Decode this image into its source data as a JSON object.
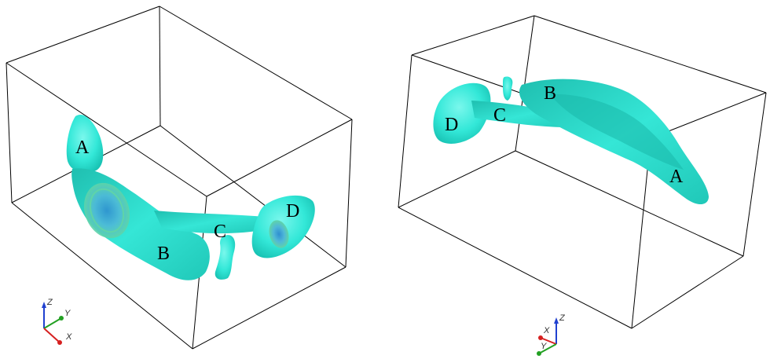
{
  "colors": {
    "isosurface": "#33e8d8",
    "isosurface_dark": "#16bfb0",
    "isosurface_light": "#6ff6ea",
    "inner_blue": "#3aa7d6",
    "inner_green": "#5fd4a8",
    "axis_x": "#d62020",
    "axis_y": "#22a022",
    "axis_z": "#2040d0",
    "frame": "#000000"
  },
  "left_view": {
    "labels": {
      "a": "A",
      "b": "B",
      "c": "C",
      "d": "D"
    },
    "axes": {
      "z": "Z",
      "y": "Y",
      "x": "X"
    }
  },
  "right_view": {
    "labels": {
      "a": "A",
      "b": "B",
      "c": "C",
      "d": "D"
    },
    "axes": {
      "z": "Z",
      "y": "Y",
      "x": "X"
    }
  }
}
